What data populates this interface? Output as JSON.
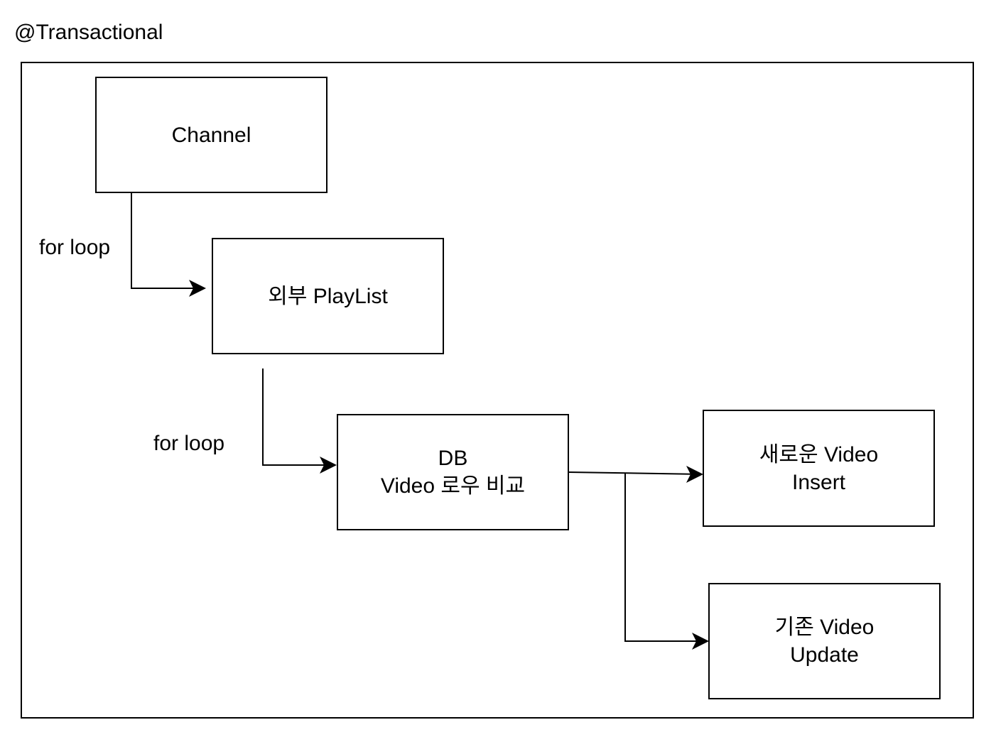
{
  "title": "@Transactional",
  "nodes": {
    "channel": {
      "lines": [
        "Channel"
      ]
    },
    "playlist": {
      "lines": [
        "외부 PlayList"
      ]
    },
    "compare": {
      "lines": [
        "DB",
        "Video 로우 비교"
      ]
    },
    "insert": {
      "lines": [
        "새로운 Video",
        "Insert"
      ]
    },
    "update": {
      "lines": [
        "기존 Video",
        "Update"
      ]
    }
  },
  "edge_labels": {
    "loop1": "for loop",
    "loop2": "for loop"
  }
}
